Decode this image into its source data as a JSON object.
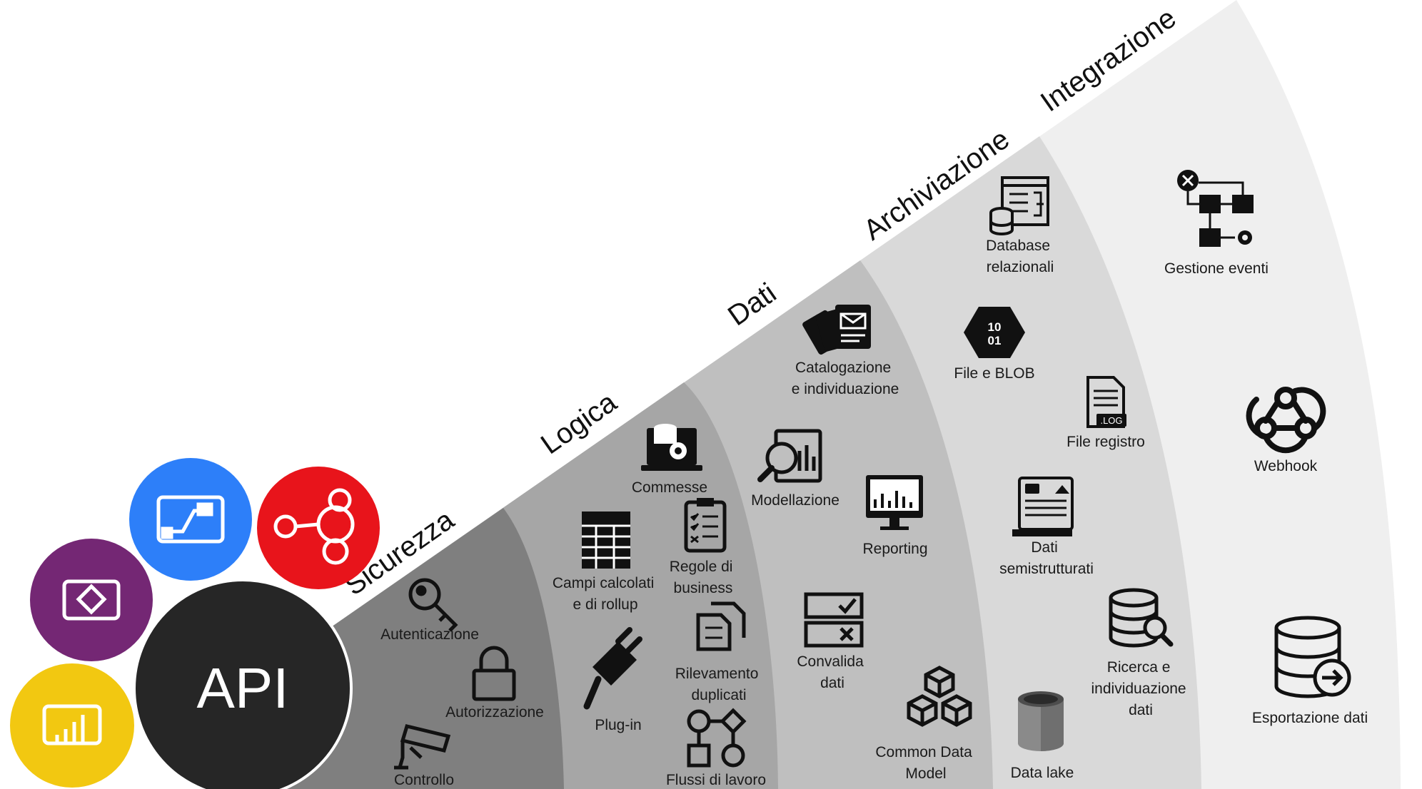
{
  "center": {
    "label": "API"
  },
  "apps": [
    {
      "name": "power-bi",
      "color": "#F2C811"
    },
    {
      "name": "power-apps",
      "color": "#742774"
    },
    {
      "name": "power-automate",
      "color": "#2D7FF9"
    },
    {
      "name": "event-hub",
      "color": "#E8141B"
    }
  ],
  "bands": {
    "sicurezza": "Sicurezza",
    "logica": "Logica",
    "dati": "Dati",
    "archiviazione": "Archiviazione",
    "integrazione": "Integrazione"
  },
  "band_colors": [
    "#7f7f7f",
    "#a6a6a6",
    "#bfbfbf",
    "#d9d9d9",
    "#efefef"
  ],
  "items": {
    "autenticazione": [
      "Autenticazione"
    ],
    "autorizzazione": [
      "Autorizzazione"
    ],
    "controllo": [
      "Controllo"
    ],
    "commesse": [
      "Commesse"
    ],
    "campi": [
      "Campi calcolati",
      "e di rollup"
    ],
    "regole": [
      "Regole di",
      "business"
    ],
    "plugin": [
      "Plug-in"
    ],
    "rilevamento": [
      "Rilevamento",
      "duplicati"
    ],
    "flussi": [
      "Flussi di lavoro"
    ],
    "catalogazione": [
      "Catalogazione",
      "e individuazione"
    ],
    "modellazione": [
      "Modellazione"
    ],
    "reporting": [
      "Reporting"
    ],
    "convalida": [
      "Convalida",
      "dati"
    ],
    "cdm": [
      "Common Data",
      "Model"
    ],
    "database": [
      "Database",
      "relazionali"
    ],
    "fileblob": [
      "File e BLOB"
    ],
    "fileregistro": [
      "File registro"
    ],
    "semistrutturati": [
      "Dati",
      "semistrutturati"
    ],
    "ricerca": [
      "Ricerca e",
      "individuazione",
      "dati"
    ],
    "datalake": [
      "Data lake"
    ],
    "gestione": [
      "Gestione eventi"
    ],
    "webhook": [
      "Webhook"
    ],
    "esportazione": [
      "Esportazione dati"
    ]
  },
  "icon_texts": {
    "blob_top": "10",
    "blob_bottom": "01",
    "log": ".LOG"
  }
}
